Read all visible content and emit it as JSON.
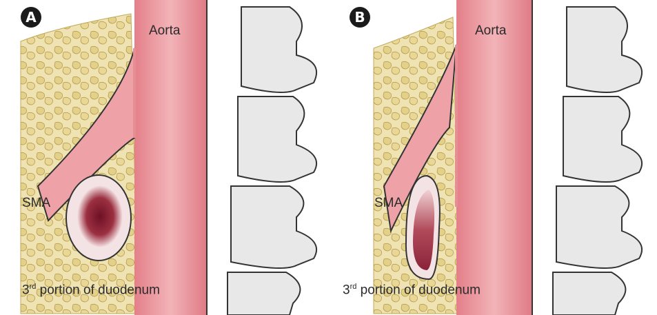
{
  "panels": [
    {
      "badge": "A",
      "labels": {
        "aorta": "Aorta",
        "sma": "SMA",
        "duodenum_sup": "rd",
        "duodenum_num": "3",
        "duodenum_text": " portion of duodenum"
      },
      "duodenum_state": "normal-round"
    },
    {
      "badge": "B",
      "labels": {
        "aorta": "Aorta",
        "sma": "SMA",
        "duodenum_sup": "rd",
        "duodenum_num": "3",
        "duodenum_text": " portion of duodenum"
      },
      "duodenum_state": "compressed"
    }
  ],
  "colors": {
    "aorta": "#e58f95",
    "fat": "#e8d9a0",
    "bone": "#e6e6e6",
    "lumen": "#8a1d30"
  }
}
